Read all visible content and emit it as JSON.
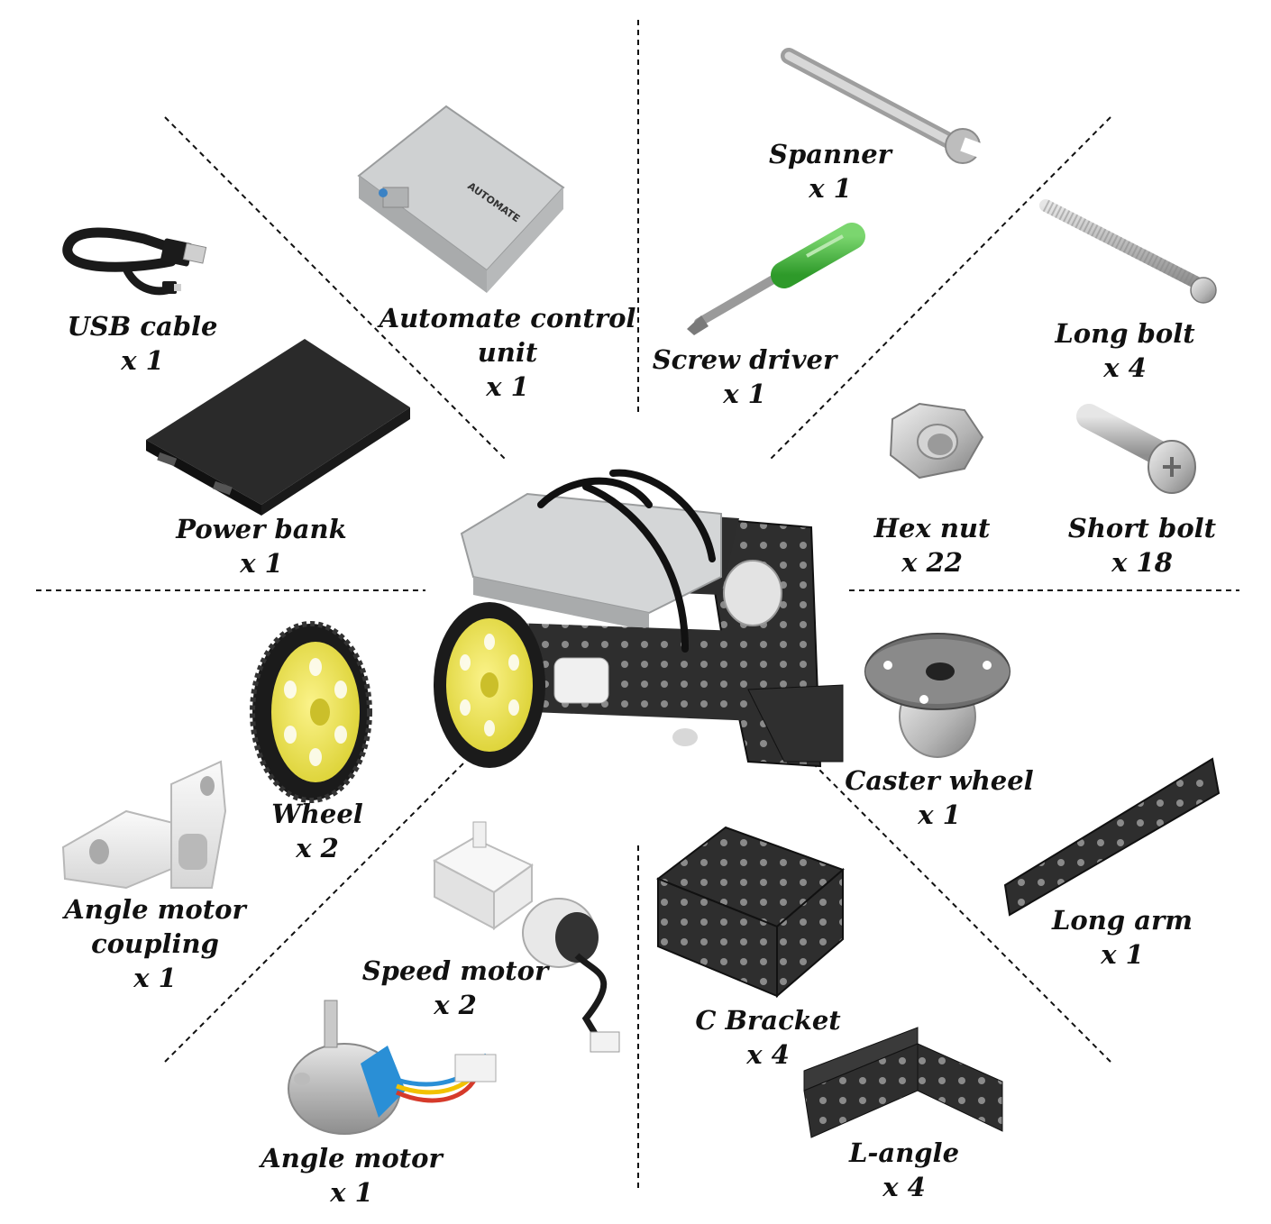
{
  "parts": [
    {
      "id": "usb-cable",
      "name": "USB cable",
      "qty": "x 1"
    },
    {
      "id": "automate-control-unit",
      "name_line1": "Automate control",
      "name_line2": "unit",
      "qty": "x 1"
    },
    {
      "id": "spanner",
      "name": "Spanner",
      "qty": "x 1"
    },
    {
      "id": "screw-driver",
      "name": "Screw driver",
      "qty": "x 1"
    },
    {
      "id": "long-bolt",
      "name": "Long bolt",
      "qty": "x 4"
    },
    {
      "id": "power-bank",
      "name": "Power bank",
      "qty": "x 1"
    },
    {
      "id": "hex-nut",
      "name": "Hex nut",
      "qty": "x 22"
    },
    {
      "id": "short-bolt",
      "name": "Short bolt",
      "qty": "x 18"
    },
    {
      "id": "wheel",
      "name": "Wheel",
      "qty": "x 2"
    },
    {
      "id": "caster-wheel",
      "name": "Caster wheel",
      "qty": "x 1"
    },
    {
      "id": "angle-motor-coupling",
      "name_line1": "Angle motor",
      "name_line2": "coupling",
      "qty": "x 1"
    },
    {
      "id": "speed-motor",
      "name": "Speed motor",
      "qty": "x 2"
    },
    {
      "id": "long-arm",
      "name": "Long arm",
      "qty": "x 1"
    },
    {
      "id": "c-bracket",
      "name": "C Bracket",
      "qty": "x 4"
    },
    {
      "id": "angle-motor",
      "name": "Angle motor",
      "qty": "x 1"
    },
    {
      "id": "l-angle",
      "name": "L-angle",
      "qty": "x 4"
    }
  ],
  "device_text": {
    "brand": "AUTOMATE"
  },
  "colors": {
    "wheel_hub": "#f3ea4a",
    "tire": "#1b1b1b",
    "metal_black": "#2b2b2b",
    "control_unit": "#c9cbcc",
    "screwdriver_handle": "#3fb53c",
    "motor_blue": "#2a8fd6"
  }
}
